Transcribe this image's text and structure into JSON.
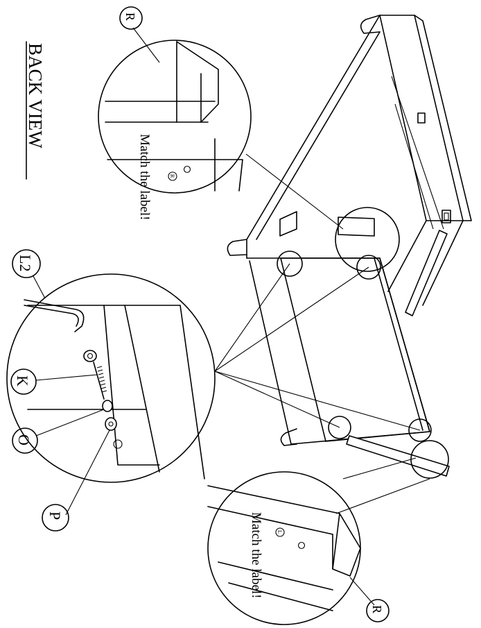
{
  "view_title": "BACK VIEW",
  "notes": {
    "right_detail": "Match the label!",
    "left_detail": "Match the label!"
  },
  "callouts": {
    "R_top": "R",
    "R_bottom": "R",
    "L2": "L2",
    "K": "K",
    "O": "O",
    "P": "P"
  },
  "markers": {
    "right_sticker": "R",
    "left_sticker": "L"
  },
  "colors": {
    "line": "#000000",
    "background": "#ffffff"
  }
}
